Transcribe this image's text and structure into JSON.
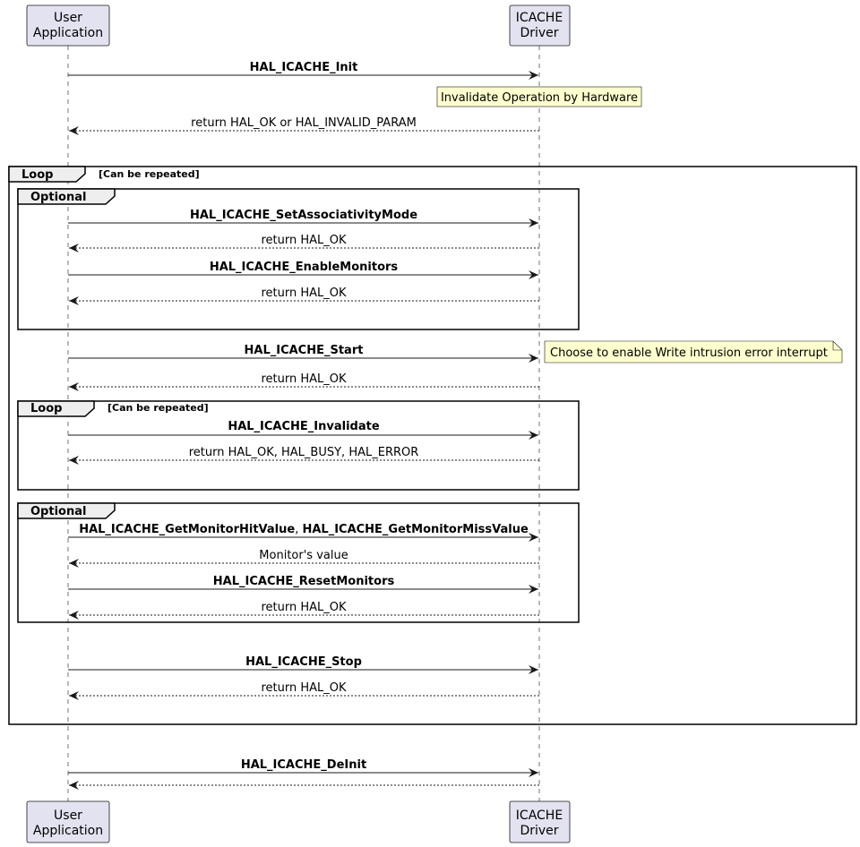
{
  "participants": [
    {
      "id": "user",
      "line1": "User",
      "line2": "Application"
    },
    {
      "id": "driver",
      "line1": "ICACHE",
      "line2": "Driver"
    }
  ],
  "notes": {
    "invalidate_hw": "Invalidate Operation by Hardware",
    "write_intrusion": "Choose to enable Write intrusion error interrupt"
  },
  "frames": {
    "outer_loop": {
      "title": "Loop",
      "guard": "[Can be repeated]"
    },
    "optional_1": {
      "title": "Optional"
    },
    "inner_loop": {
      "title": "Loop",
      "guard": "[Can be repeated]"
    },
    "optional_2": {
      "title": "Optional"
    }
  },
  "messages": {
    "init": "HAL_ICACHE_Init",
    "init_return": "return HAL_OK or HAL_INVALID_PARAM",
    "set_assoc": "HAL_ICACHE_SetAssociativityMode",
    "set_assoc_return": "return HAL_OK",
    "enable_monitors": "HAL_ICACHE_EnableMonitors",
    "enable_monitors_return": "return HAL_OK",
    "start": "HAL_ICACHE_Start",
    "start_return": "return HAL_OK",
    "invalidate": "HAL_ICACHE_Invalidate",
    "invalidate_return": "return HAL_OK, HAL_BUSY, HAL_ERROR",
    "get_hit": "HAL_ICACHE_GetMonitorHitValue",
    "get_sep": ", ",
    "get_miss": "HAL_ICACHE_GetMonitorMissValue",
    "get_return": "Monitor's value",
    "reset_monitors": "HAL_ICACHE_ResetMonitors",
    "reset_return": "return HAL_OK",
    "stop": "HAL_ICACHE_Stop",
    "stop_return": "return HAL_OK",
    "deinit": "HAL_ICACHE_DeInit"
  }
}
